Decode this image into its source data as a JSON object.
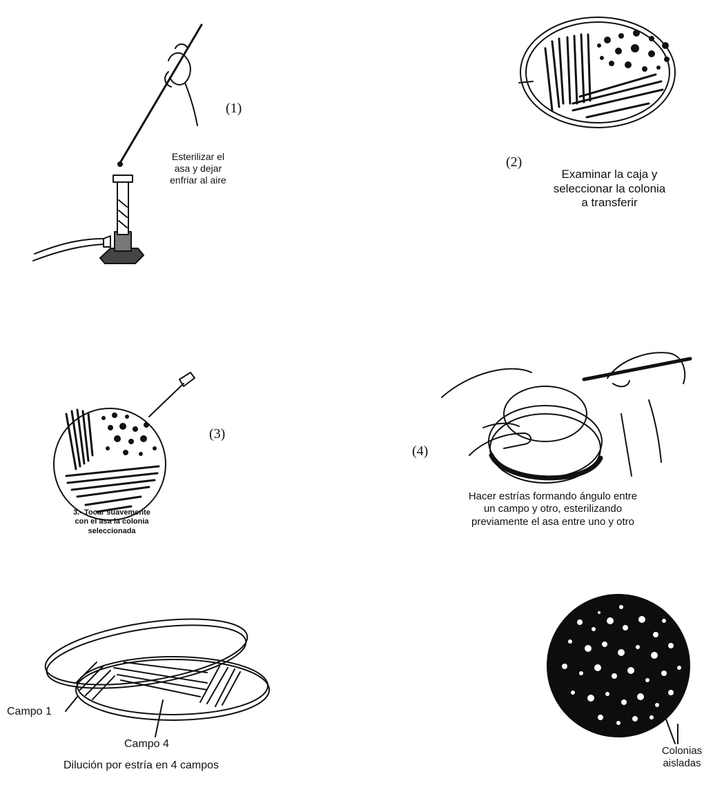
{
  "steps": [
    {
      "number": "(1)",
      "caption": [
        "Esterilizar el",
        "asa y dejar",
        "enfriar al aire"
      ]
    },
    {
      "number": "(2)",
      "caption": [
        "Examinar la caja y",
        "seleccionar la colonia",
        "a transferir"
      ]
    },
    {
      "number": "(3)",
      "caption": [
        "3.- Tocar suavemente",
        "con el asa la colonia",
        "seleccionada"
      ]
    },
    {
      "number": "(4)",
      "caption": [
        "Hacer estrías formando ángulo entre",
        "un campo y otro, esterilizando",
        "previamente el asa entre uno y otro"
      ]
    }
  ],
  "streak_plate": {
    "label_field_1": "Campo 1",
    "label_field_4": "Campo 4",
    "caption": "Dilución por estría en 4 campos"
  },
  "result_plate": {
    "label": [
      "Colonias",
      "aisladas"
    ]
  },
  "colors": {
    "ink": "#111111",
    "paper": "#ffffff",
    "plate_dark": "#0d0d0d"
  }
}
